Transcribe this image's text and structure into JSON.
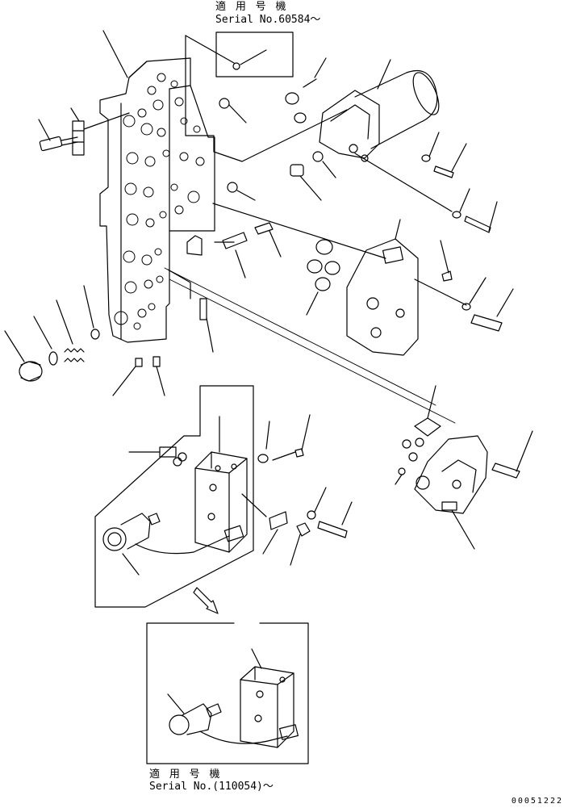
{
  "notes": {
    "top_applicable_label": "適 用 号 機",
    "top_serial": "Serial No.60584～",
    "bottom_applicable_label": "適 用 号 機",
    "bottom_serial": "Serial No.(110054)～"
  },
  "drawing_number": "00051222",
  "colors": {
    "line": "#000000",
    "background": "#ffffff"
  }
}
